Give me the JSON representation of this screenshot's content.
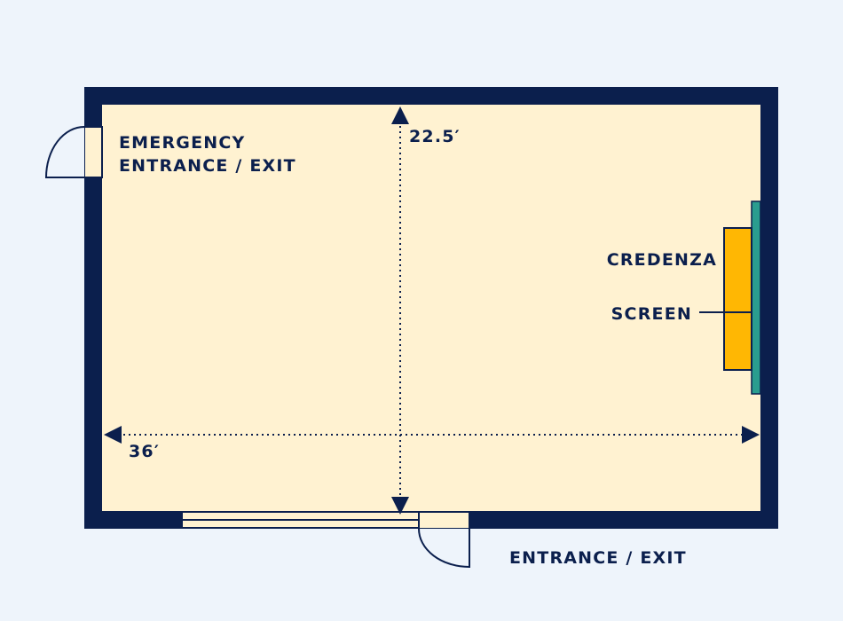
{
  "labels": {
    "emergency_line1": "EMERGENCY",
    "emergency_line2": "ENTRANCE / EXIT",
    "height_dim": "22.5′",
    "width_dim": "36′",
    "credenza": "CREDENZA",
    "screen": "SCREEN",
    "entrance": "ENTRANCE / EXIT"
  },
  "colors": {
    "background": "#eef4fb",
    "floor": "#fff2d1",
    "wall": "#0b1f4d",
    "credenza": "#ffb703",
    "screen": "#2a9d8f"
  }
}
